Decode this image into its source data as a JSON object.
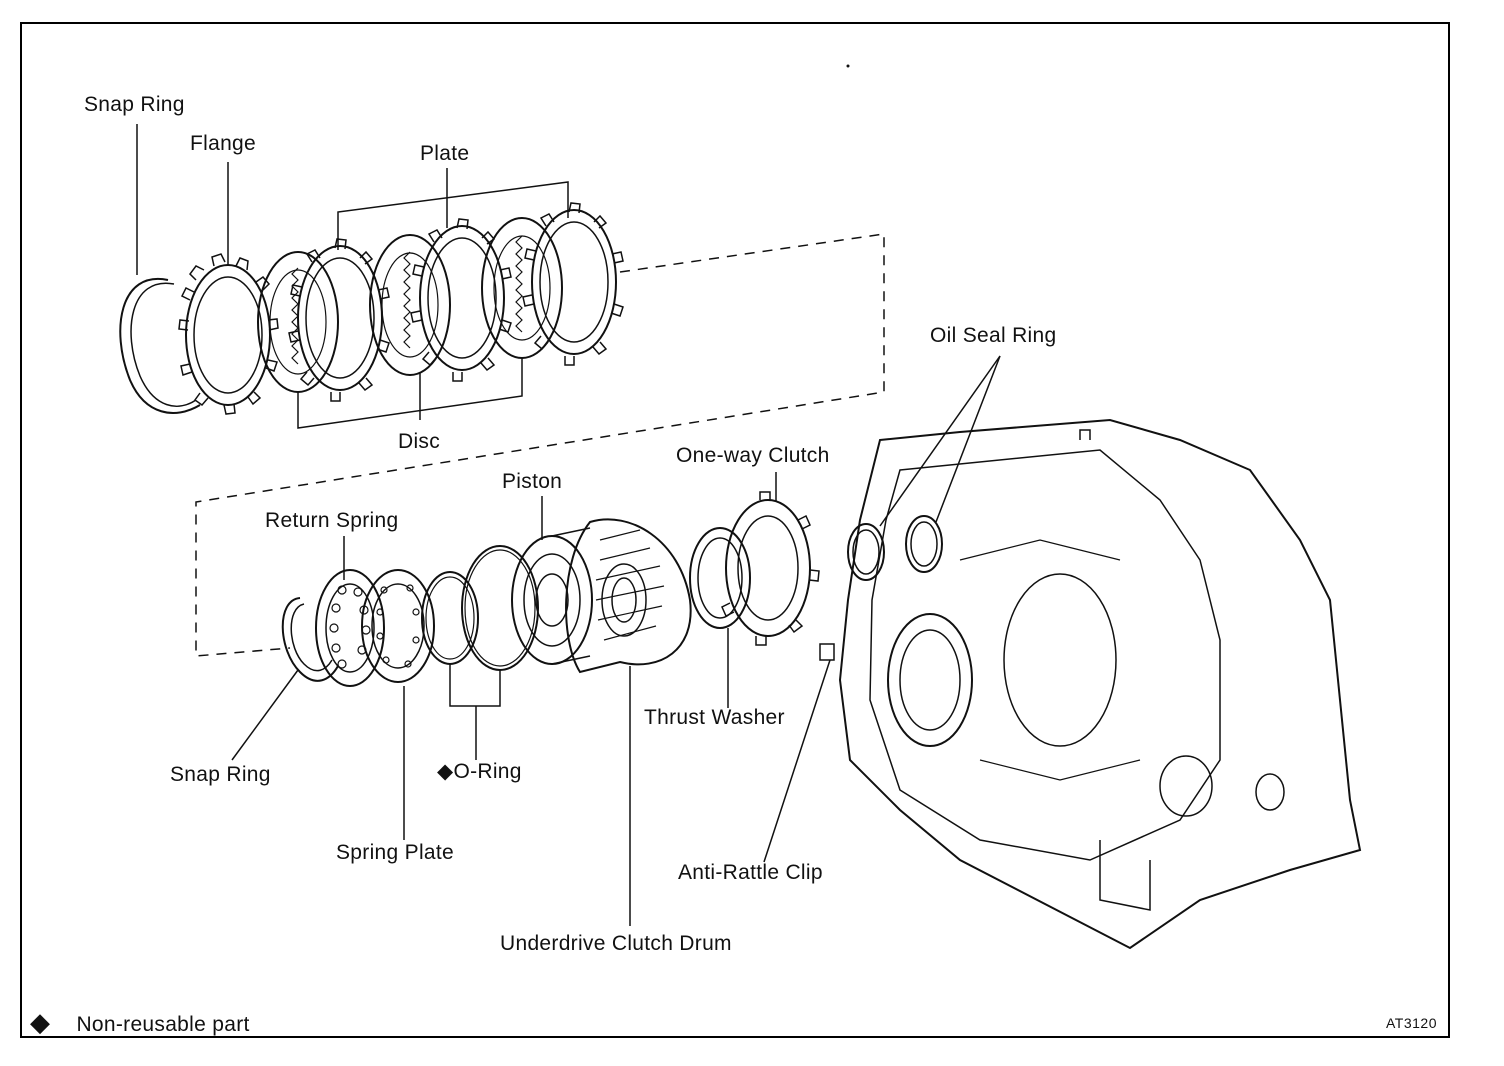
{
  "labels": {
    "snap_ring_top": "Snap Ring",
    "flange": "Flange",
    "plate": "Plate",
    "disc": "Disc",
    "oil_seal_ring": "Oil Seal Ring",
    "one_way_clutch": "One-way Clutch",
    "piston": "Piston",
    "return_spring": "Return Spring",
    "snap_ring_bottom": "Snap Ring",
    "spring_plate": "Spring Plate",
    "o_ring": "O-Ring",
    "thrust_washer": "Thrust Washer",
    "anti_rattle_clip": "Anti-Rattle Clip",
    "underdrive_clutch_drum": "Underdrive Clutch Drum"
  },
  "legend": {
    "symbol": "◆",
    "text": "Non-reusable part"
  },
  "figure_code": "AT3120",
  "colors": {
    "ink": "#111111",
    "paper": "#ffffff"
  }
}
